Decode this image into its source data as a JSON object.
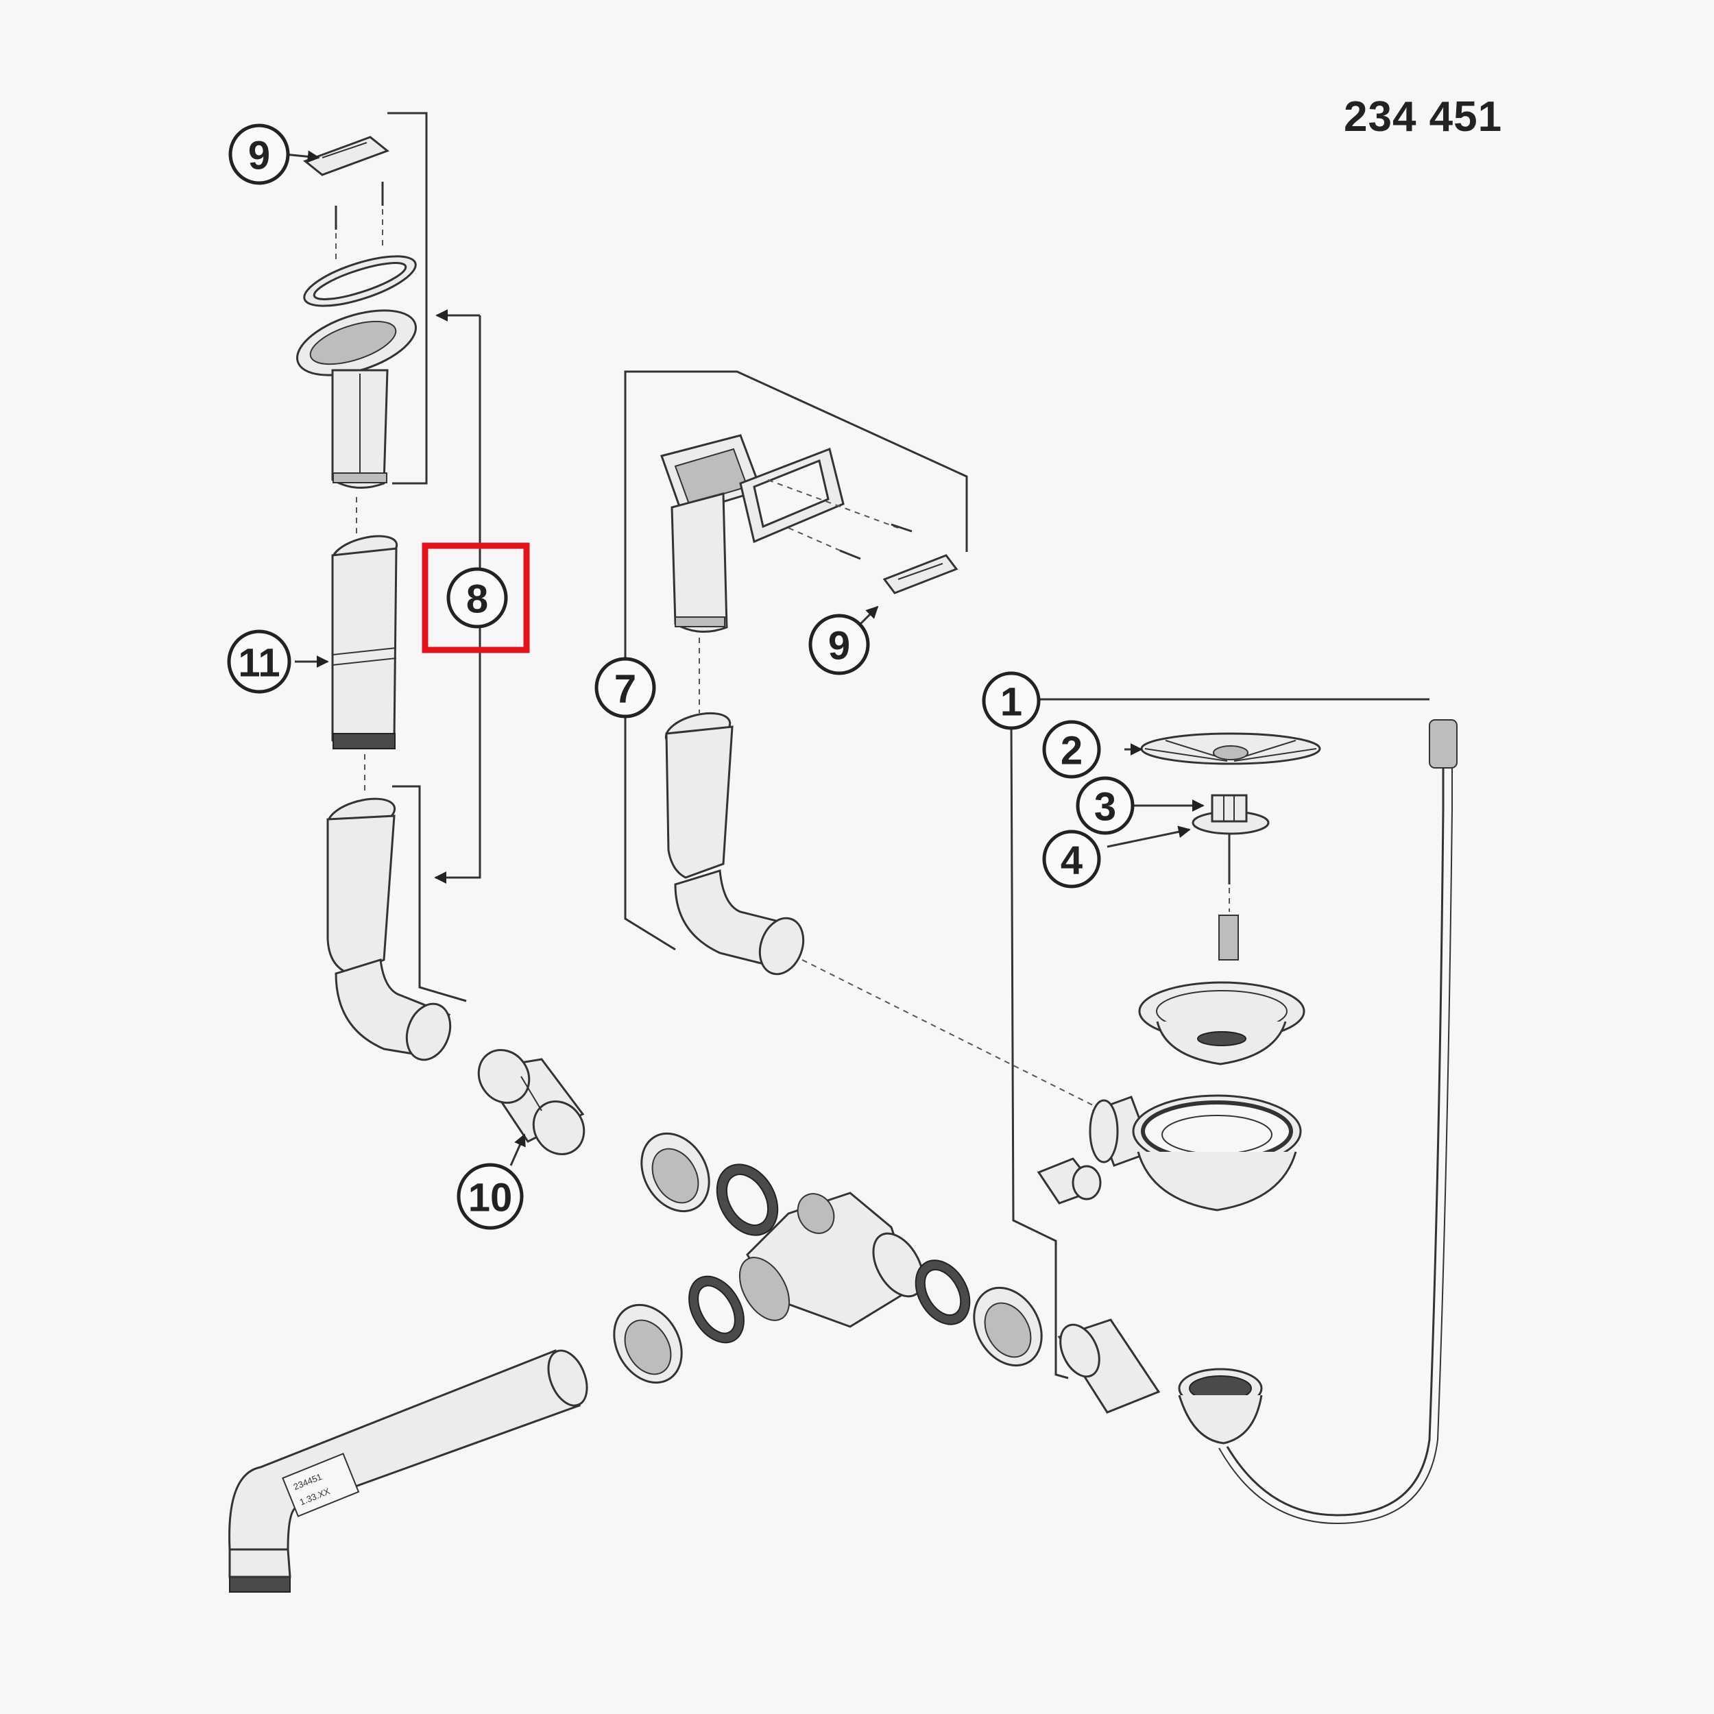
{
  "document": {
    "part_number": "234 451"
  },
  "callouts": [
    {
      "id": "c9a",
      "label": "9"
    },
    {
      "id": "c8",
      "label": "8",
      "highlighted": true
    },
    {
      "id": "c11",
      "label": "11"
    },
    {
      "id": "c10",
      "label": "10"
    },
    {
      "id": "c7",
      "label": "7"
    },
    {
      "id": "c9b",
      "label": "9"
    },
    {
      "id": "c1",
      "label": "1"
    },
    {
      "id": "c2",
      "label": "2"
    },
    {
      "id": "c3",
      "label": "3"
    },
    {
      "id": "c4",
      "label": "4"
    }
  ],
  "pipe_label": {
    "line1": "234451",
    "line2": "1.33.XX"
  },
  "colors": {
    "highlight": "#e3141e",
    "line": "#333333",
    "background": "#f7f7f7"
  }
}
